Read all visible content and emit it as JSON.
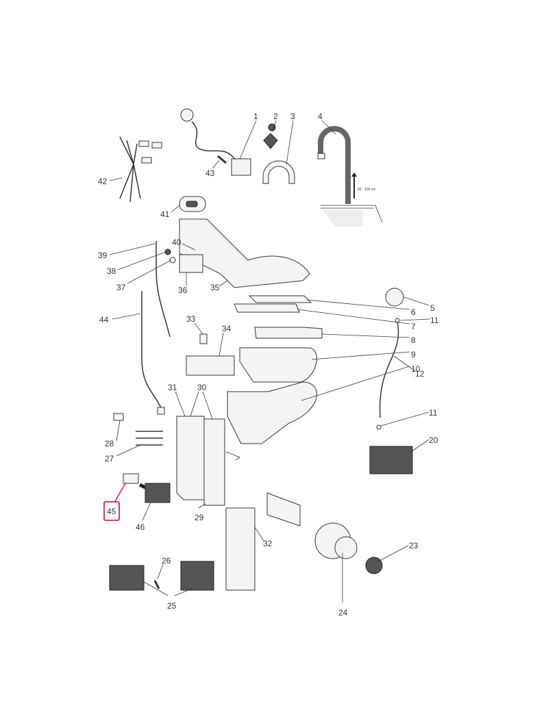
{
  "diagram": {
    "callouts": {
      "c1": "1",
      "c2": "2",
      "c3": "3",
      "c4": "4",
      "c5": "5",
      "c6": "6",
      "c7": "7",
      "c8": "8",
      "c9": "9",
      "c10": "10",
      "c11a": "11",
      "c11b": "11",
      "c12": "12",
      "c20": "20",
      "c23": "23",
      "c24": "24",
      "c25": "25",
      "c26": "26",
      "c27": "27",
      "c28": "28",
      "c29": "29",
      "c30": "30",
      "c31": "31",
      "c32": "32",
      "c33": "33",
      "c34": "34",
      "c35": "35",
      "c36": "36",
      "c37": "37",
      "c38": "38",
      "c39": "39",
      "c40": "40",
      "c41": "41",
      "c42": "42",
      "c43": "43",
      "c44": "44",
      "c45": "45",
      "c46": "46"
    },
    "drain_height_note": "65 - 100 cm",
    "highlight_color": "#d0263a",
    "highlighted_part": "45"
  }
}
